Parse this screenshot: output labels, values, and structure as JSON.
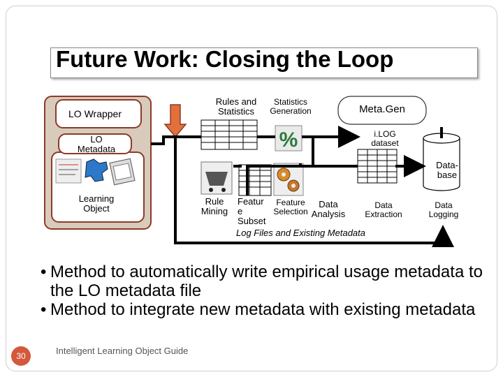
{
  "title": "Future Work: Closing the Loop",
  "diagram": {
    "lo_wrapper": "LO Wrapper",
    "lo_metadata": "LO\nMetadata",
    "learning_object": "Learning\nObject",
    "rules_and_statistics": "Rules and\nStatistics",
    "statistics_generation": "Statistics\nGeneration",
    "metagen": "Meta.Gen",
    "ilog_dataset": "i.LOG\ndataset",
    "database": "Data-\nbase",
    "rule_mining": "Rule\nMining",
    "feature_subset": "Featur\ne\nSubset",
    "feature_selection": "Feature\nSelection",
    "data_analysis": "Data\nAnalysis",
    "data_extraction": "Data\nExtraction",
    "data_logging": "Data\nLogging",
    "log_files": "Log Files and Existing Metadata"
  },
  "bullets": [
    "Method to automatically write empirical usage metadata to the LO metadata file",
    "Method to integrate new metadata with existing metadata"
  ],
  "footer": "Intelligent Learning Object Guide",
  "slide_number": "30"
}
